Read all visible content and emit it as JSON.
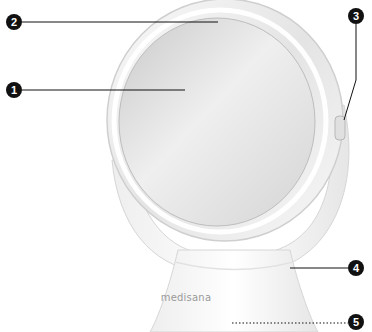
{
  "diagram": {
    "labels": [
      "2",
      "3",
      "1",
      "4",
      "5",
      "medisana"
    ]
  }
}
